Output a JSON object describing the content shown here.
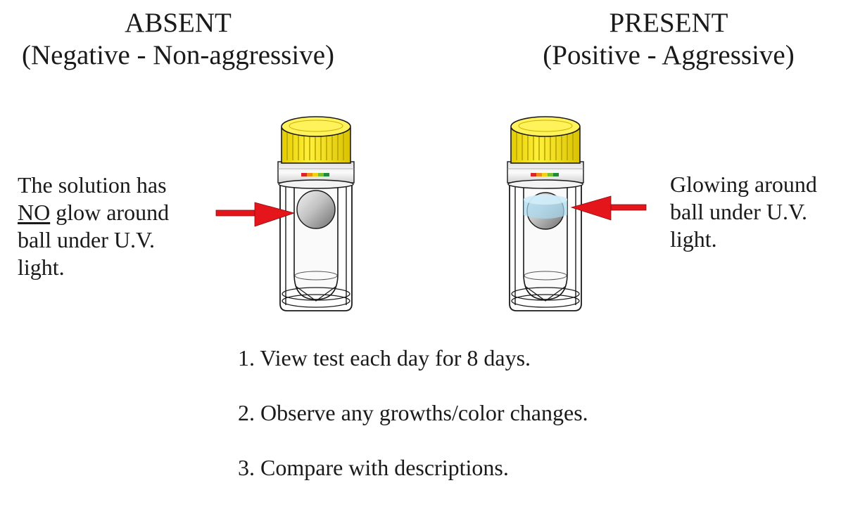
{
  "absent": {
    "title": "ABSENT",
    "subtitle": "(Negative - Non-aggressive)",
    "description": {
      "line1": "The solution has",
      "line2_emphasis": "NO",
      "line2_rest": " glow around",
      "line3": "ball under U.V.",
      "line4": "light."
    }
  },
  "present": {
    "title": "PRESENT",
    "subtitle": "(Positive - Aggressive)",
    "description": {
      "line1": "Glowing around",
      "line2": "ball under U.V.",
      "line3": "light."
    }
  },
  "steps": [
    "1. View test each day for 8 days.",
    "2. Observe any growths/color changes.",
    "3. Compare with descriptions."
  ],
  "colors": {
    "cap": "#f5e100",
    "arrow": "#e4161c",
    "glow": "#a9dcf2",
    "outline": "#1a1a1a"
  },
  "icons": {
    "vial": "test-vial-icon",
    "ball": "ball-icon",
    "arrow": "red-arrow-icon"
  }
}
